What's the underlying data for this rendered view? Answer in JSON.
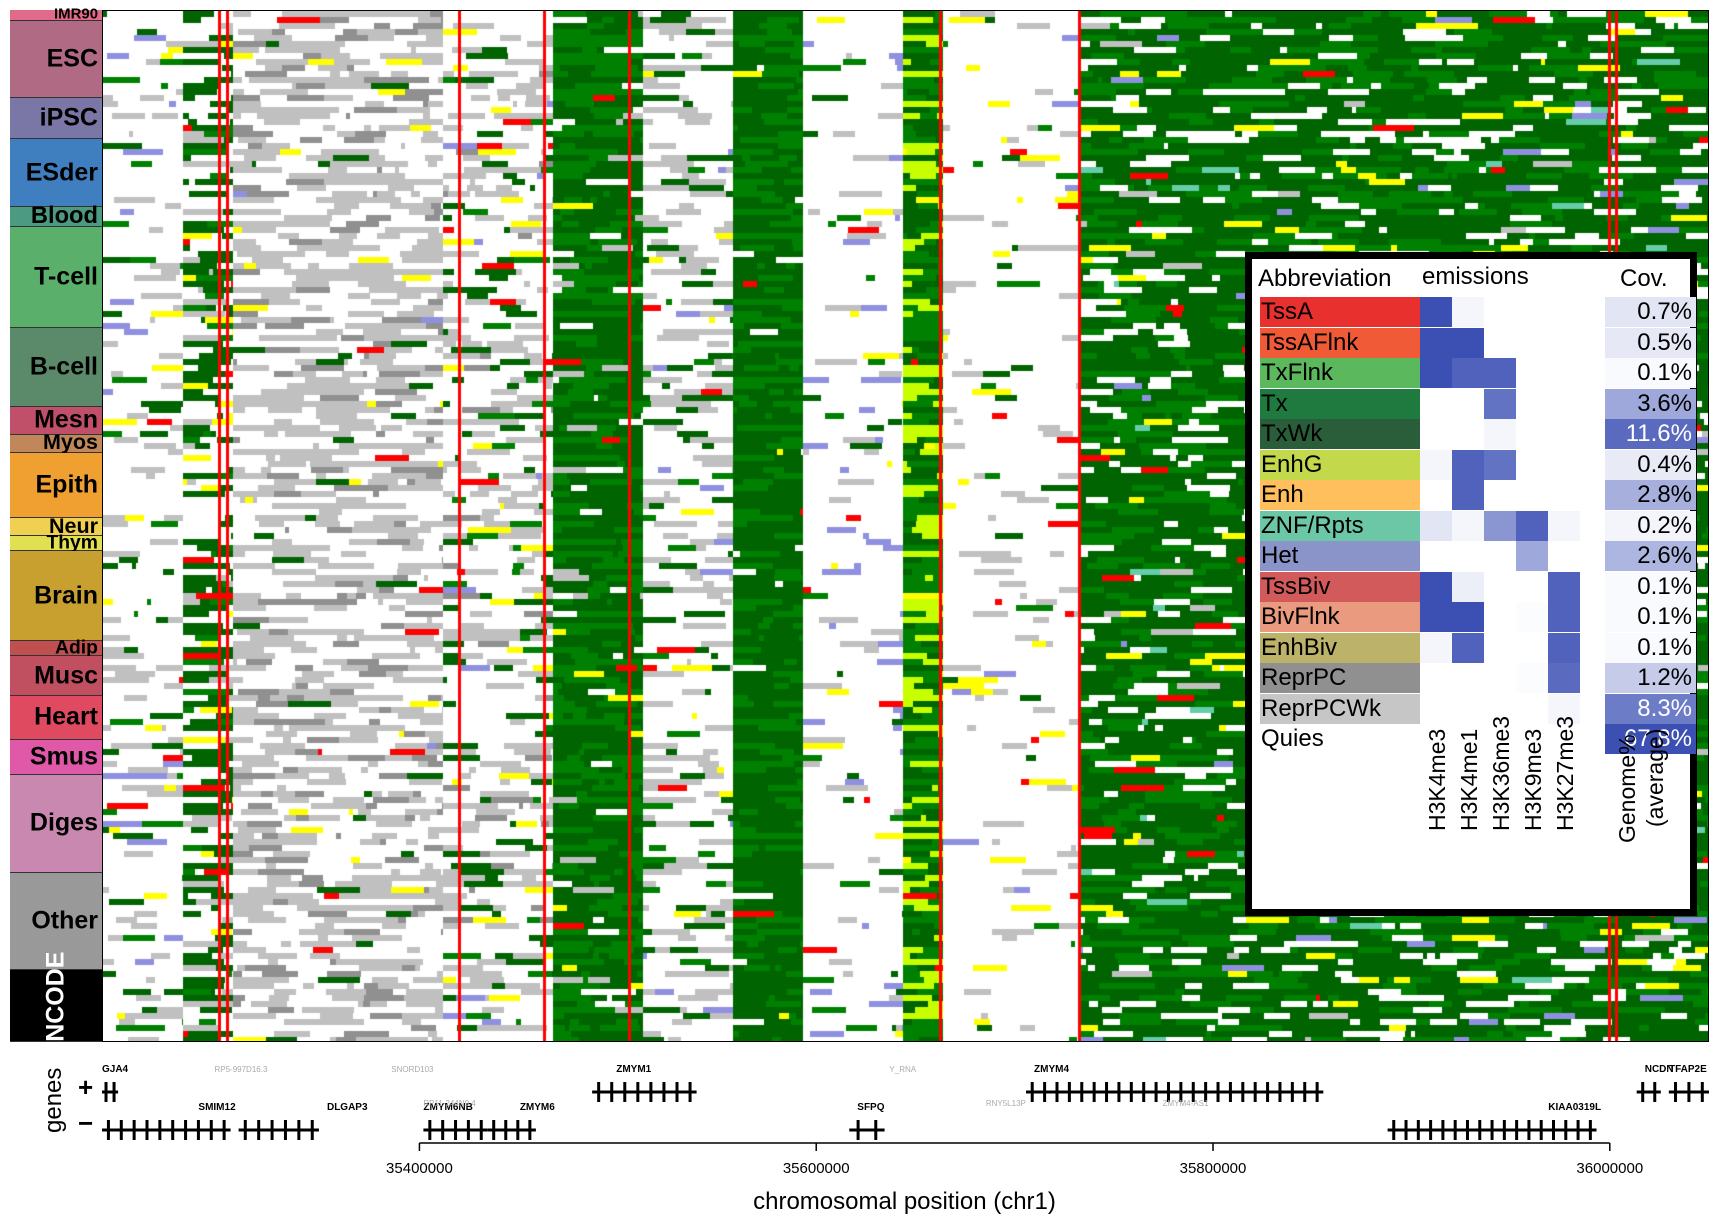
{
  "cell_groups": [
    {
      "name": "IMR90",
      "color": "#e06a8a",
      "h": 10
    },
    {
      "name": "ESC",
      "color": "#b06a84",
      "h": 70
    },
    {
      "name": "iPSC",
      "color": "#7a76a6",
      "h": 38
    },
    {
      "name": "ESder",
      "color": "#3f7fbf",
      "h": 62
    },
    {
      "name": "Blood",
      "color": "#4c9a82",
      "h": 18
    },
    {
      "name": "T-cell",
      "color": "#5ab06a",
      "h": 92
    },
    {
      "name": "B-cell",
      "color": "#5a8a6a",
      "h": 72
    },
    {
      "name": "Mesn",
      "color": "#c0506a",
      "h": 26
    },
    {
      "name": "Myos",
      "color": "#c0885a",
      "h": 16
    },
    {
      "name": "Epith",
      "color": "#f0a030",
      "h": 60
    },
    {
      "name": "Neur",
      "color": "#f0d050",
      "h": 16
    },
    {
      "name": "Thym",
      "color": "#e0e050",
      "h": 14
    },
    {
      "name": "Brain",
      "color": "#c8a030",
      "h": 82
    },
    {
      "name": "Adip",
      "color": "#c05050",
      "h": 14
    },
    {
      "name": "Musc",
      "color": "#c05060",
      "h": 36
    },
    {
      "name": "Heart",
      "color": "#e04a60",
      "h": 40
    },
    {
      "name": "Smus",
      "color": "#e058a8",
      "h": 32
    },
    {
      "name": "Diges",
      "color": "#c888b0",
      "h": 90
    },
    {
      "name": "Other",
      "color": "#999999",
      "h": 88
    },
    {
      "name": "ENCODE",
      "color": "#000000",
      "h": 66,
      "vertical": true
    }
  ],
  "genes": {
    "label": "genes",
    "plus_sign": "+",
    "minus_sign": "−",
    "labels": [
      {
        "text": "GJA4",
        "pos": 0.0,
        "row": "plus",
        "dark": true
      },
      {
        "text": "RP5-997D16.3",
        "pos": 0.07,
        "row": "plus",
        "dark": false
      },
      {
        "text": "SNORD103",
        "pos": 0.18,
        "row": "plus",
        "dark": false
      },
      {
        "text": "SMIM12",
        "pos": 0.06,
        "row": "minus",
        "dark": true
      },
      {
        "text": "DLGAP3",
        "pos": 0.14,
        "row": "minus",
        "dark": true
      },
      {
        "text": "ZMYM6NB",
        "pos": 0.2,
        "row": "minus",
        "dark": true
      },
      {
        "text": "ZMYM6",
        "pos": 0.26,
        "row": "minus",
        "dark": true
      },
      {
        "text": "RP11-244N9.4",
        "pos": 0.2,
        "row": "minus2",
        "dark": false
      },
      {
        "text": "ZMYM1",
        "pos": 0.32,
        "row": "plus",
        "dark": true
      },
      {
        "text": "SFPQ",
        "pos": 0.47,
        "row": "minus",
        "dark": true
      },
      {
        "text": "Y_RNA",
        "pos": 0.49,
        "row": "plus",
        "dark": false
      },
      {
        "text": "ZMYM4",
        "pos": 0.58,
        "row": "plus",
        "dark": true
      },
      {
        "text": "RNY5L13P",
        "pos": 0.55,
        "row": "minus2",
        "dark": false
      },
      {
        "text": "ZMYM4-AS1",
        "pos": 0.66,
        "row": "minus2",
        "dark": false
      },
      {
        "text": "KIAA0319L",
        "pos": 0.9,
        "row": "minus",
        "dark": true
      },
      {
        "text": "NCDN",
        "pos": 0.96,
        "row": "plus",
        "dark": true
      },
      {
        "text": "TFAP2E",
        "pos": 0.985,
        "row": "plus",
        "dark": true
      }
    ]
  },
  "axis": {
    "ticks": [
      "35400000",
      "35600000",
      "35800000",
      "36000000"
    ],
    "tick_values": [
      35400000,
      35600000,
      35800000,
      36000000
    ],
    "range": [
      35240000,
      36050000
    ],
    "xlabel": "chromosomal position (chr1)"
  },
  "legend": {
    "header_abbrev": "Abbreviation",
    "header_emissions": "emissions",
    "header_cov": "Cov.",
    "marks": [
      "H3K4me3",
      "H3K4me1",
      "H3K36me3",
      "H3K9me3",
      "H3K27me3"
    ],
    "genome_label_1": "Genome%",
    "genome_label_2": "(average)",
    "states": [
      {
        "abbr": "TssA",
        "color": "#e8302f",
        "em": [
          1,
          0.05,
          0,
          0,
          0
        ],
        "cov": "0.7%",
        "covv": 0.15
      },
      {
        "abbr": "TssAFlnk",
        "color": "#f05a37",
        "em": [
          1,
          1,
          0,
          0,
          0
        ],
        "cov": "0.5%",
        "covv": 0.13
      },
      {
        "abbr": "TxFlnk",
        "color": "#5cb85c",
        "em": [
          1,
          0.9,
          0.9,
          0,
          0
        ],
        "cov": "0.1%",
        "covv": 0.03
      },
      {
        "abbr": "Tx",
        "color": "#1e7a3f",
        "em": [
          0,
          0,
          0.8,
          0,
          0
        ],
        "cov": "3.6%",
        "covv": 0.5
      },
      {
        "abbr": "TxWk",
        "color": "#2a5e3a",
        "em": [
          0,
          0,
          0.05,
          0,
          0
        ],
        "cov": "11.6%",
        "covv": 0.85
      },
      {
        "abbr": "EnhG",
        "color": "#c3d84a",
        "em": [
          0.05,
          0.9,
          0.8,
          0,
          0
        ],
        "cov": "0.4%",
        "covv": 0.12
      },
      {
        "abbr": "Enh",
        "color": "#ffbf5c",
        "em": [
          0,
          0.9,
          0,
          0,
          0
        ],
        "cov": "2.8%",
        "covv": 0.45
      },
      {
        "abbr": "ZNF/Rpts",
        "color": "#6cc7a7",
        "em": [
          0.15,
          0.05,
          0.6,
          0.9,
          0.05
        ],
        "cov": "0.2%",
        "covv": 0.06
      },
      {
        "abbr": "Het",
        "color": "#8a94c8",
        "em": [
          0,
          0,
          0,
          0.5,
          0
        ],
        "cov": "2.6%",
        "covv": 0.42
      },
      {
        "abbr": "TssBiv",
        "color": "#d35a5a",
        "em": [
          1,
          0.1,
          0,
          0,
          0.9
        ],
        "cov": "0.1%",
        "covv": 0.03
      },
      {
        "abbr": "BivFlnk",
        "color": "#ea9a7e",
        "em": [
          1,
          1,
          0,
          0.02,
          0.9
        ],
        "cov": "0.1%",
        "covv": 0.03
      },
      {
        "abbr": "EnhBiv",
        "color": "#bdb26a",
        "em": [
          0.05,
          0.9,
          0,
          0,
          0.9
        ],
        "cov": "0.1%",
        "covv": 0.03
      },
      {
        "abbr": "ReprPC",
        "color": "#909090",
        "em": [
          0,
          0,
          0,
          0.02,
          0.85
        ],
        "cov": "1.2%",
        "covv": 0.3
      },
      {
        "abbr": "ReprPCWk",
        "color": "#c6c6c6",
        "em": [
          0,
          0,
          0,
          0,
          0.05
        ],
        "cov": "8.3%",
        "covv": 0.75
      },
      {
        "abbr": "Quies",
        "color": "#ffffff",
        "em": [
          0,
          0,
          0,
          0,
          0
        ],
        "cov": "67.8%",
        "covv": 1.0
      }
    ]
  }
}
